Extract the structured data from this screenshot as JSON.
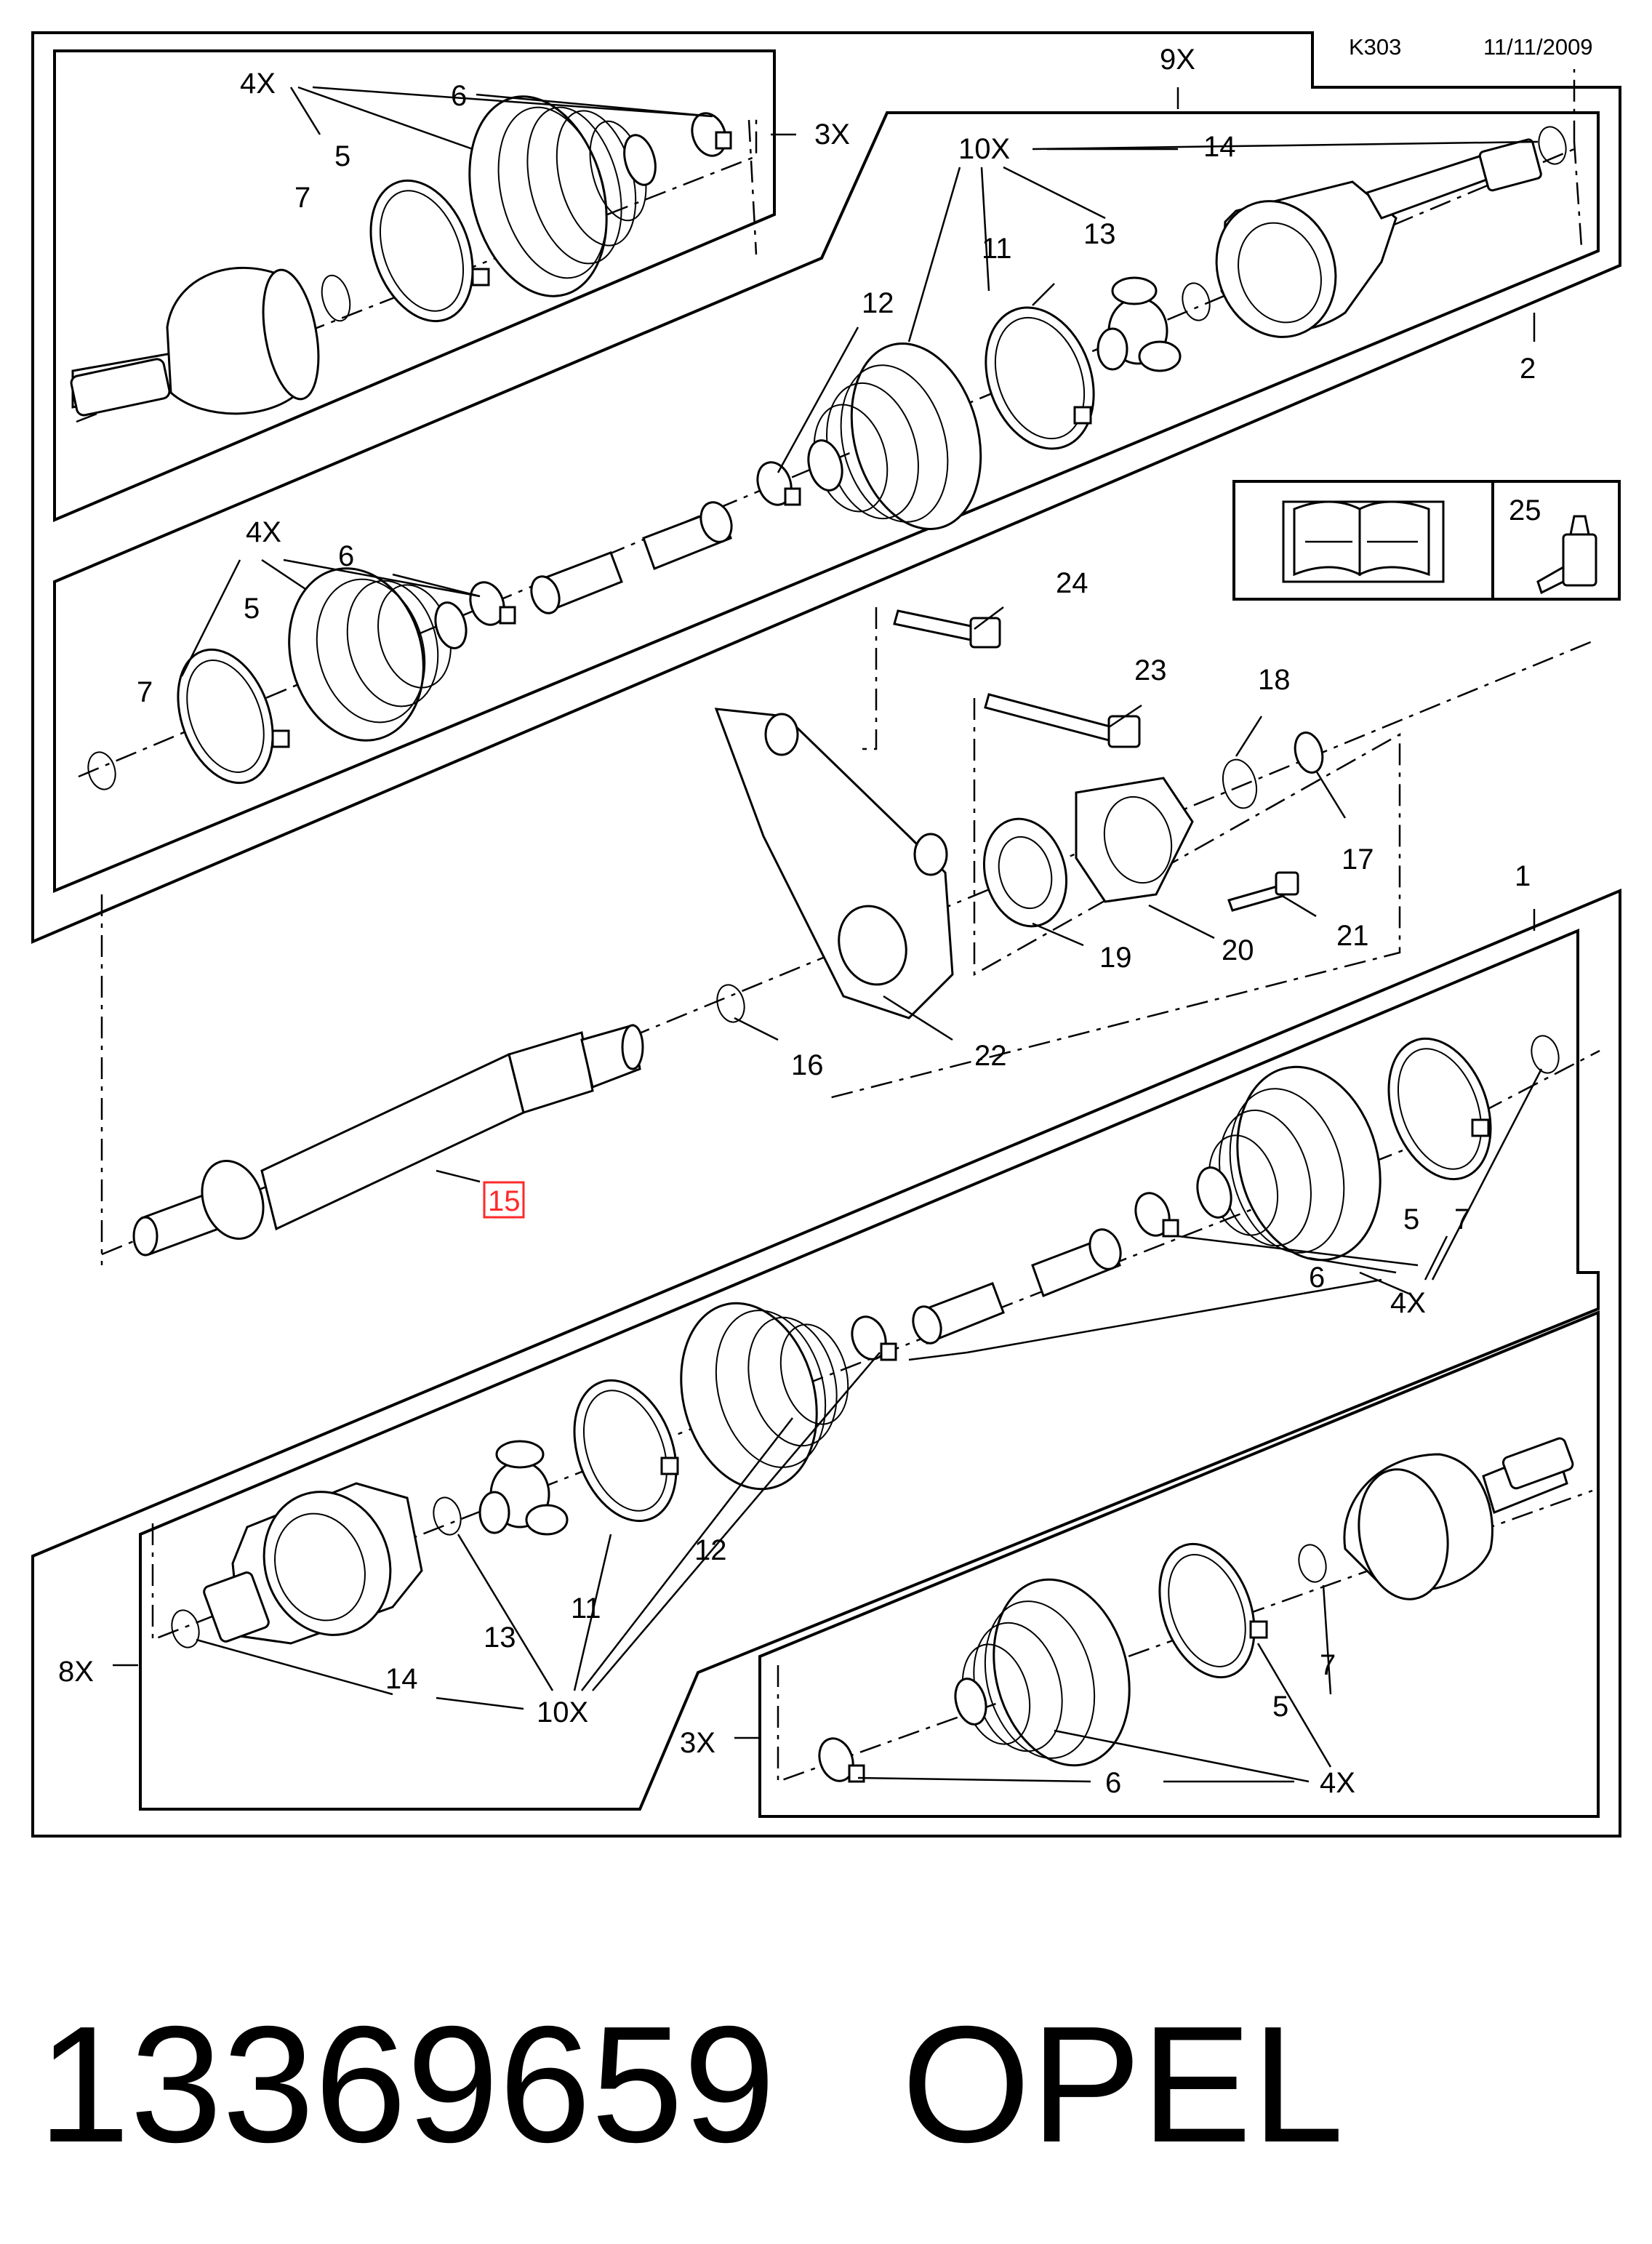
{
  "header": {
    "code": "K303",
    "date": "11/11/2009"
  },
  "footer": {
    "part_number": "13369659",
    "brand": "OPEL"
  },
  "highlighted_callout": "15",
  "callouts": {
    "c9x": "9X",
    "c8x": "8X",
    "c3x_top": "3X",
    "c3x_bottom": "3X",
    "c4x_a": "4X",
    "c4x_b": "4X",
    "c4x_c": "4X",
    "c4x_d": "4X",
    "c10x_top": "10X",
    "c10x_bottom": "10X",
    "c1": "1",
    "c2": "2",
    "c5_a": "5",
    "c5_b": "5",
    "c5_c": "5",
    "c5_d": "5",
    "c6_a": "6",
    "c6_b": "6",
    "c6_c": "6",
    "c6_d": "6",
    "c7_a": "7",
    "c7_b": "7",
    "c7_c": "7",
    "c7_d": "7",
    "c11_a": "11",
    "c11_b": "11",
    "c12_a": "12",
    "c12_b": "12",
    "c13_a": "13",
    "c13_b": "13",
    "c14_a": "14",
    "c14_b": "14",
    "c16": "16",
    "c17": "17",
    "c18": "18",
    "c19": "19",
    "c20": "20",
    "c21": "21",
    "c22": "22",
    "c23": "23",
    "c24": "24",
    "c25": "25"
  },
  "icons": {
    "manual": "service-manual-icon",
    "adhesive": "adhesive-bottle-icon"
  }
}
